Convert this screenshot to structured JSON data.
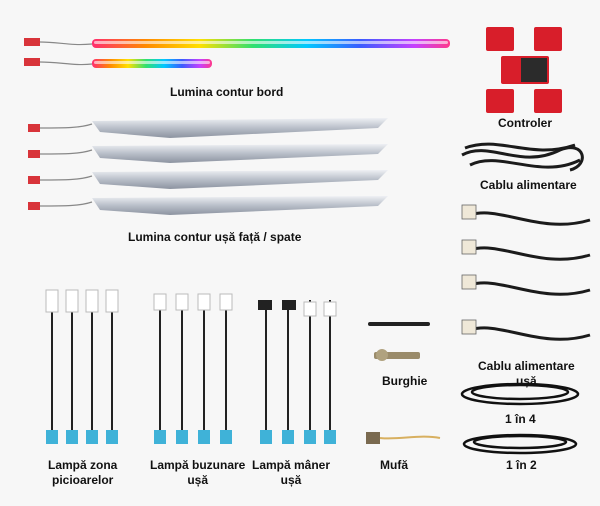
{
  "labels": {
    "dashboard": "Lumina contur bord",
    "door": "Lumina contur ușă față / spate",
    "controller": "Controler",
    "power_cable_1": "Cablu alimentare",
    "power_cable_2_line1": "Cablu alimentare",
    "power_cable_2_line2": "ușă",
    "drill": "Burghie",
    "connector": "Mufă",
    "one_in_four": "1 în 4",
    "one_in_two": "1 în 2",
    "footwell_line1": "Lampă zona",
    "footwell_line2": "picioarelor",
    "pocket_line1": "Lampă buzunare",
    "pocket_line2": "ușă",
    "handle_line1": "Lampă mâner",
    "handle_line2": "ușă"
  },
  "colors": {
    "connector_red": "#d8343a",
    "controller_red": "#d81e2a",
    "plug_blue": "#3fb2d8",
    "cable_black": "#1b1b1b",
    "strip_gray": "#b9bfc9"
  }
}
